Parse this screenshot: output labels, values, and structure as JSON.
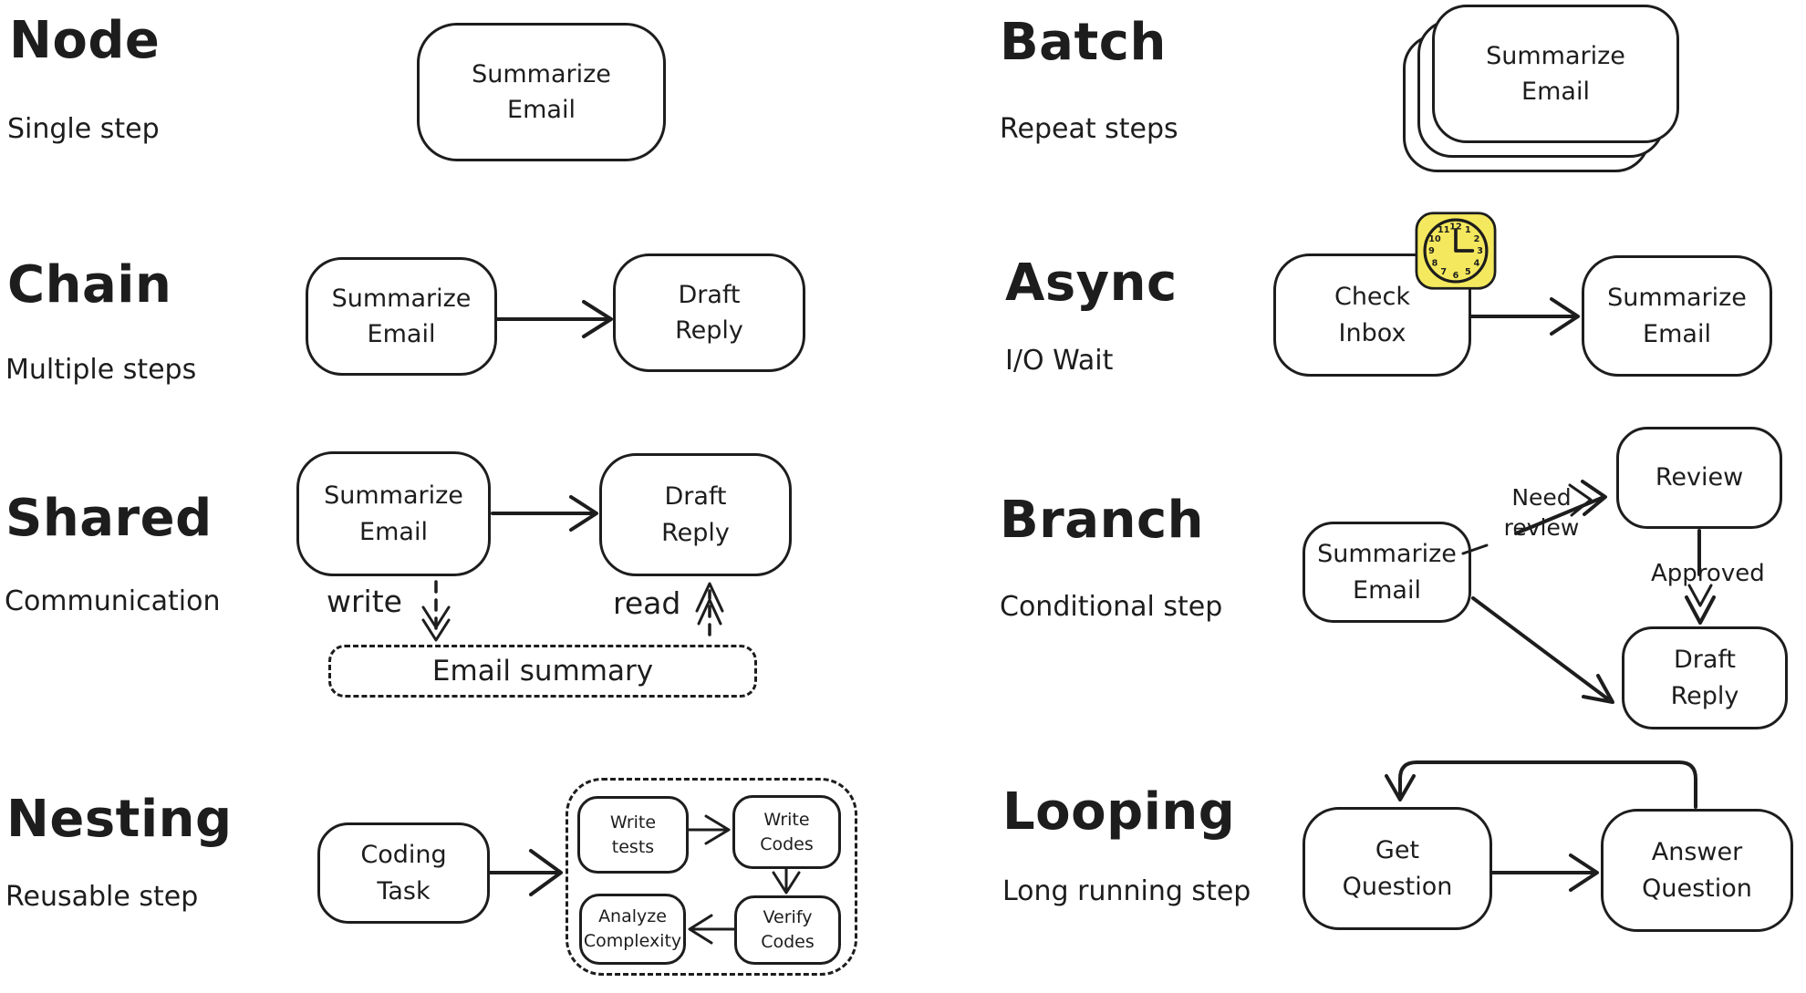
{
  "colors": {
    "ink": "#1d1d1d",
    "clock_bg": "#f4e95e",
    "background": "#ffffff"
  },
  "sections": {
    "node": {
      "title": "Node",
      "subtitle": "Single step",
      "box1": "Summarize\nEmail"
    },
    "chain": {
      "title": "Chain",
      "subtitle": "Multiple steps",
      "box1": "Summarize\nEmail",
      "box2": "Draft\nReply"
    },
    "shared": {
      "title": "Shared",
      "subtitle": "Communication",
      "box1": "Summarize\nEmail",
      "box2": "Draft\nReply",
      "write_label": "write",
      "read_label": "read",
      "store_label": "Email summary"
    },
    "nesting": {
      "title": "Nesting",
      "subtitle": "Reusable step",
      "box1": "Coding\nTask",
      "inner_box1": "Write\ntests",
      "inner_box2": "Write\nCodes",
      "inner_box3": "Analyze\nComplexity",
      "inner_box4": "Verify\nCodes"
    },
    "batch": {
      "title": "Batch",
      "subtitle": "Repeat steps",
      "box1": "Summarize\nEmail"
    },
    "async": {
      "title": "Async",
      "subtitle": "I/O Wait",
      "box1": "Check\nInbox",
      "box2": "Summarize\nEmail",
      "clock_numbers": [
        12,
        1,
        2,
        3,
        4,
        5,
        6,
        7,
        8,
        9,
        10,
        11
      ]
    },
    "branch": {
      "title": "Branch",
      "subtitle": "Conditional step",
      "box1": "Summarize\nEmail",
      "box2": "Review",
      "box3": "Draft\nReply",
      "label_need_review": "Need\nreview",
      "label_approved": "Approved"
    },
    "looping": {
      "title": "Looping",
      "subtitle": "Long running step",
      "box1": "Get\nQuestion",
      "box2": "Answer\nQuestion"
    }
  }
}
